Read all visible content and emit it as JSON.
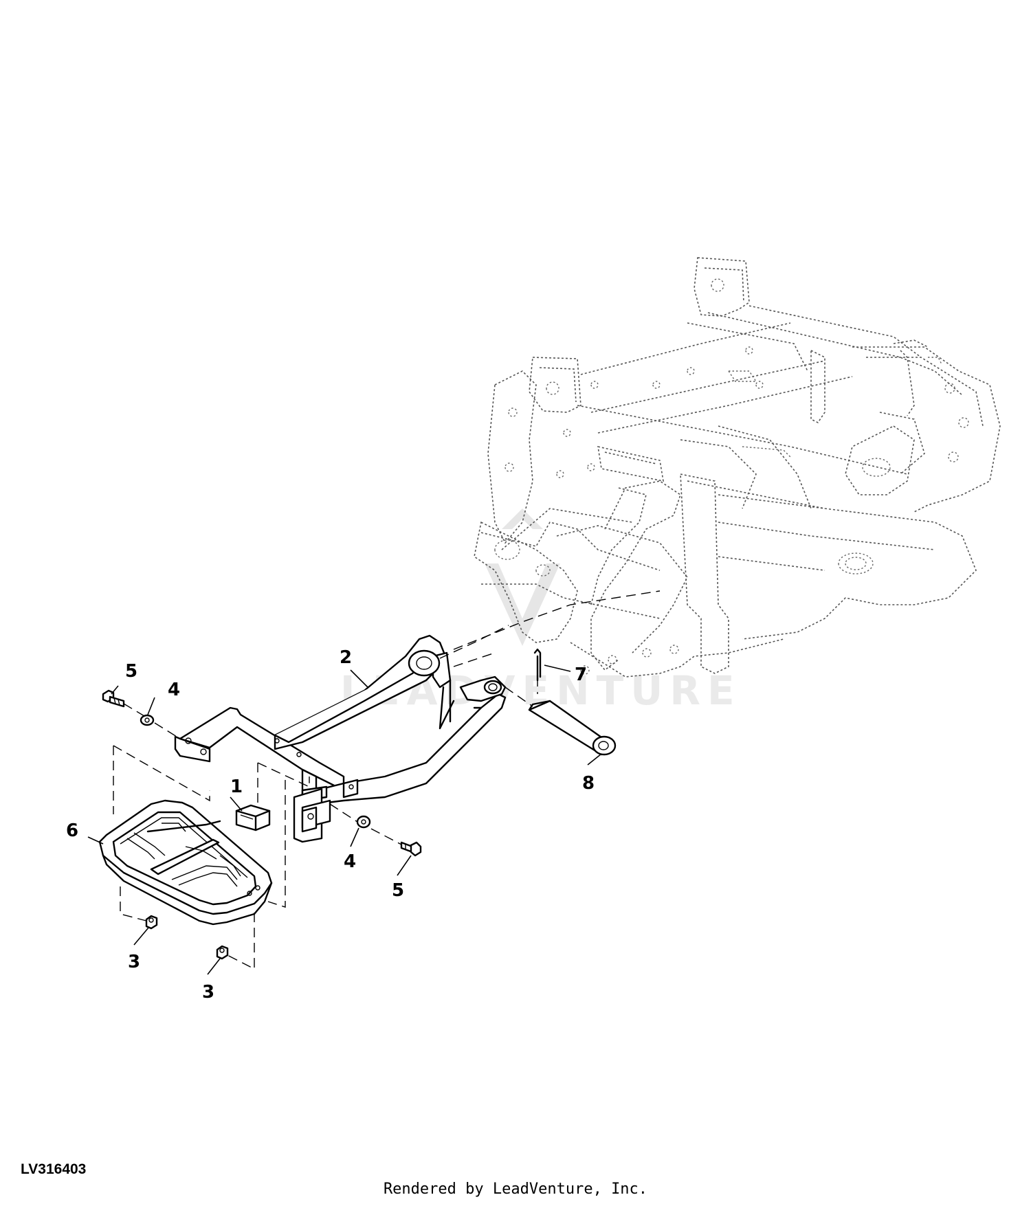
{
  "figure": {
    "id": "LV316403",
    "credit": "Rendered by LeadVenture, Inc.",
    "watermark": "LEADVENTURE"
  },
  "callouts": {
    "c1": "1",
    "c2": "2",
    "c3a": "3",
    "c3b": "3",
    "c4a": "4",
    "c4b": "4",
    "c5a": "5",
    "c5b": "5",
    "c6": "6",
    "c7": "7",
    "c8": "8"
  }
}
